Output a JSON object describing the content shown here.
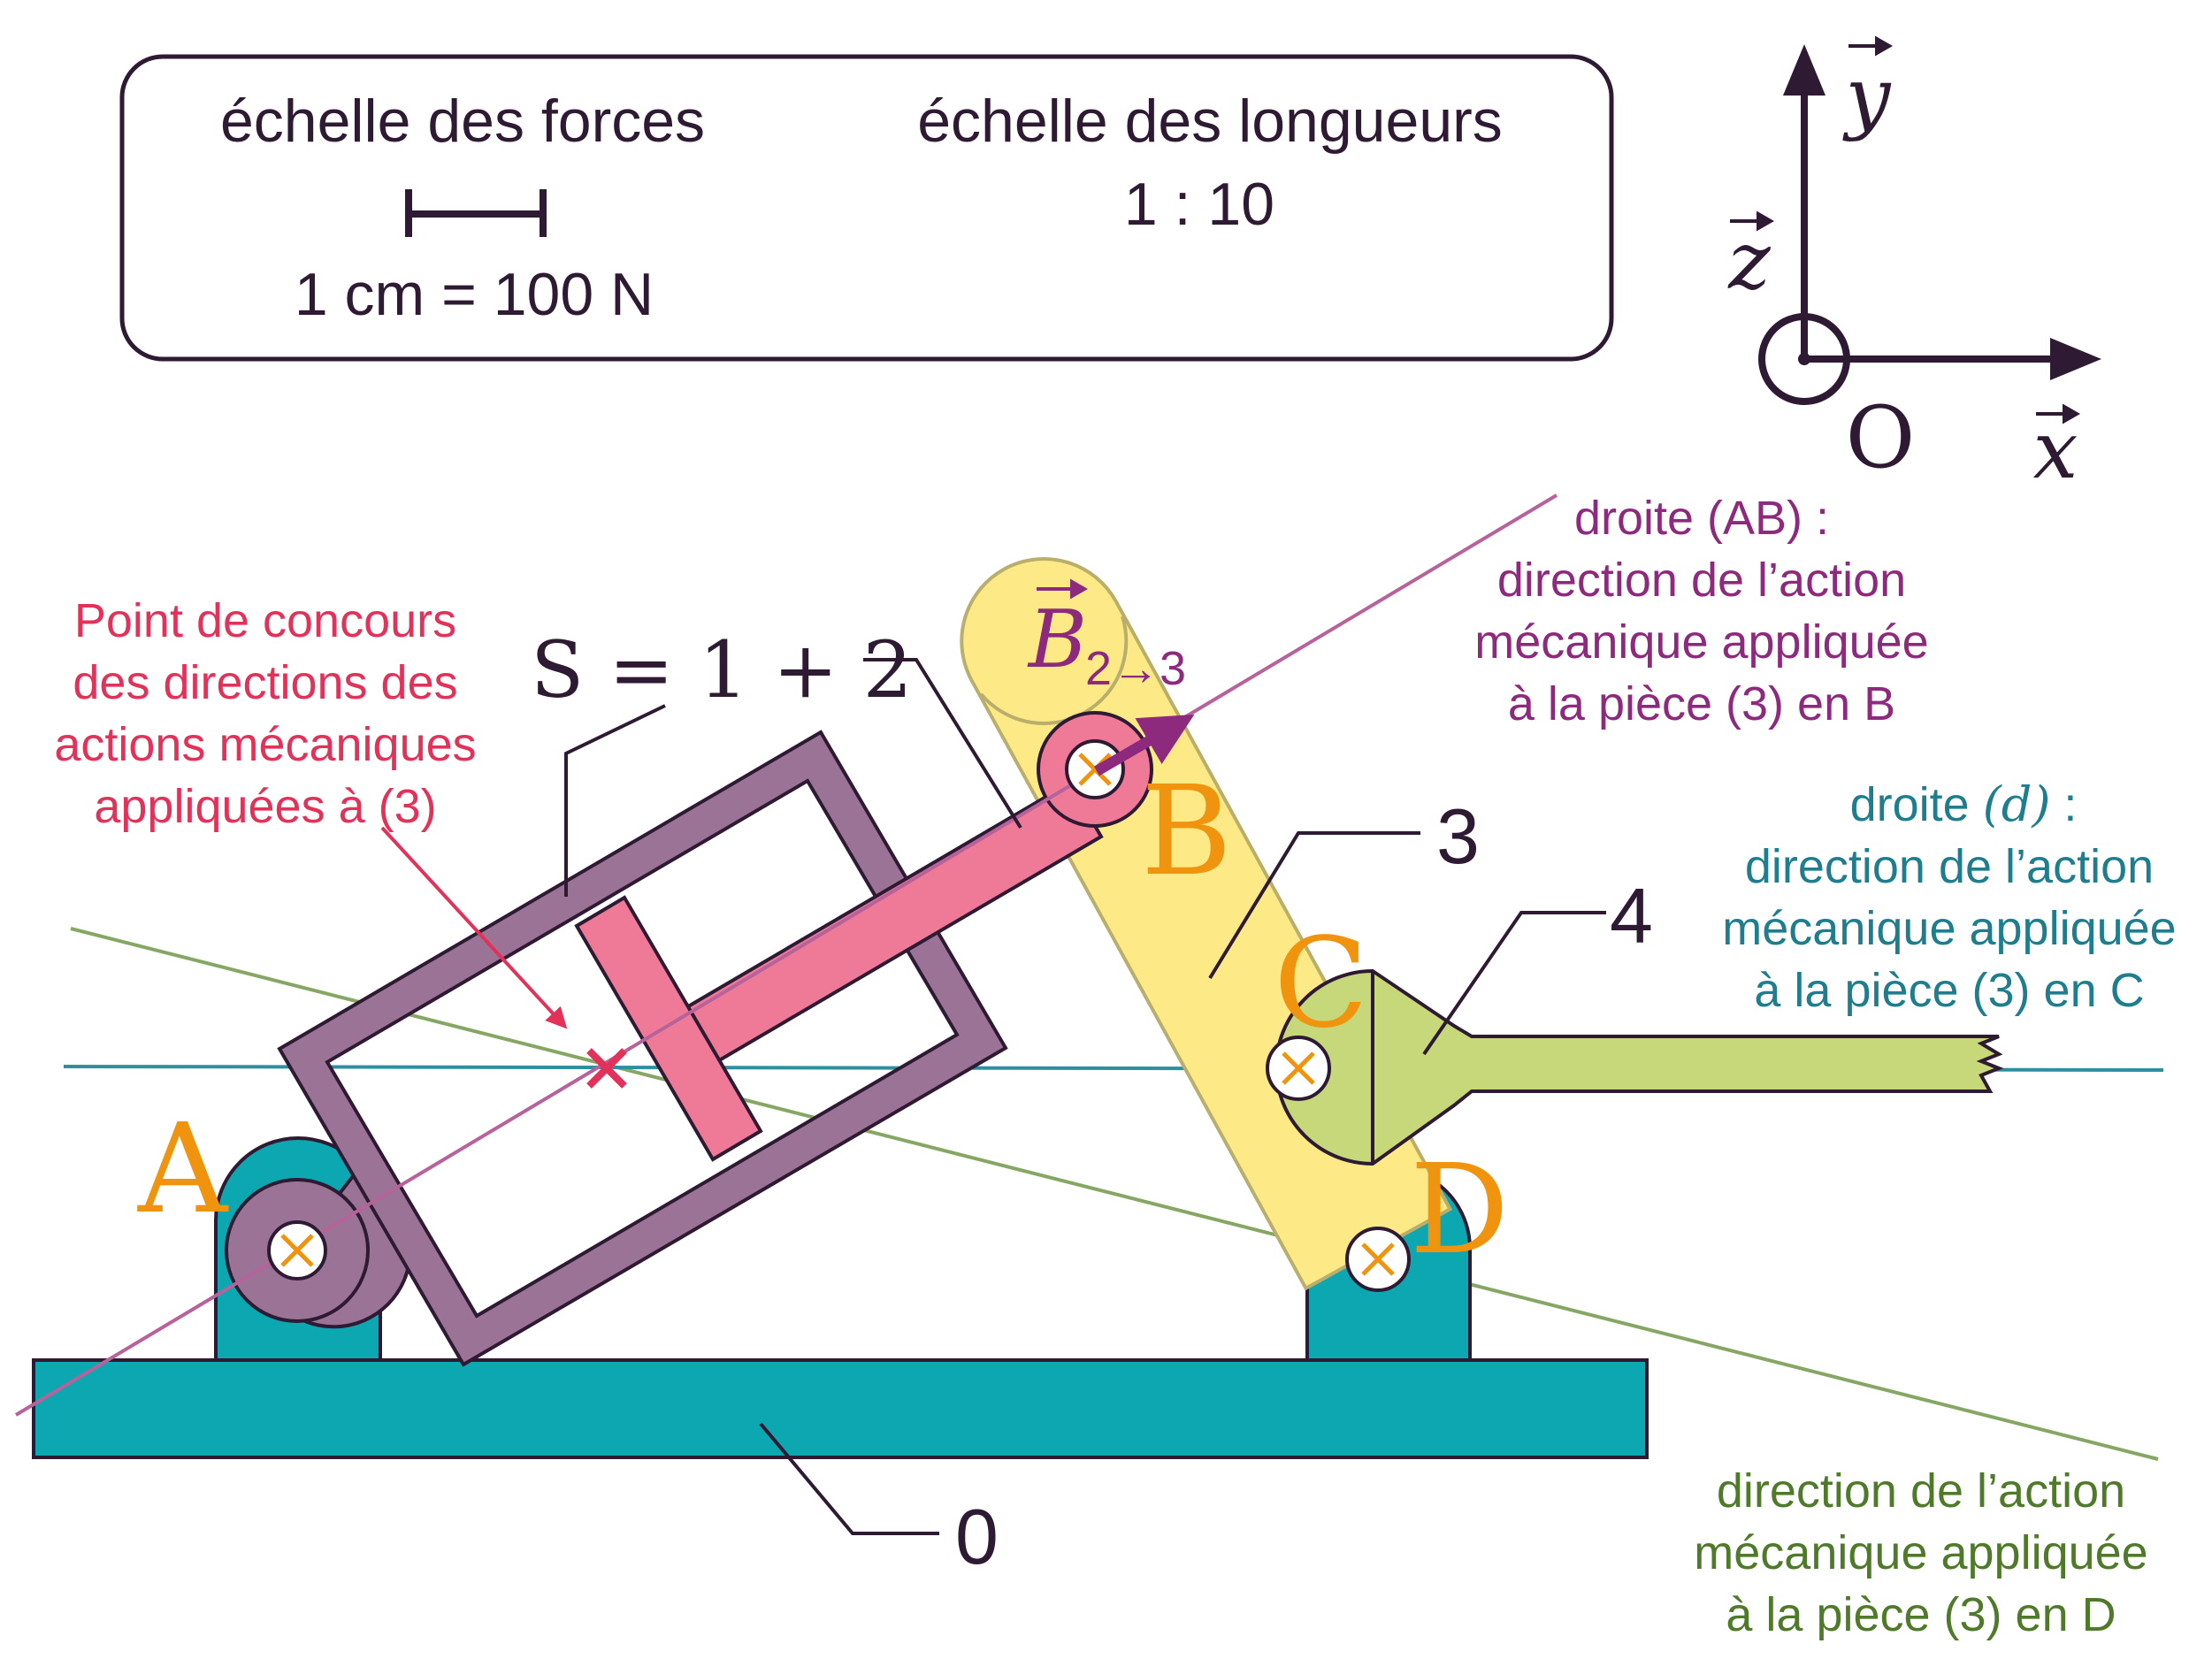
{
  "colors": {
    "ink": "#2e1a33",
    "frame": "#9b7396",
    "piston": "#ee7a97",
    "link3": "#fdea86",
    "link4": "#c6d879",
    "base": "#0ca7b1",
    "orange": "#f0940f",
    "magenta": "#8e2a7e",
    "lineAB": "#b8629c",
    "crimson": "#e33259",
    "teal": "#1e7e8e",
    "green": "#4f7a2a",
    "greenLine": "#86a764",
    "tealLine": "#2e8f9e"
  },
  "legend": {
    "force_scale_title": "échelle des forces",
    "force_scale_value": "1 cm = 100 N",
    "length_scale_title": "échelle des longueurs",
    "length_scale_value": "1 : 10"
  },
  "axes": {
    "x_label": "x",
    "y_label": "y",
    "z_label": "z",
    "origin_label": "O"
  },
  "points": {
    "A": "A",
    "B": "B",
    "C": "C",
    "D": "D"
  },
  "parts": {
    "part_0": "0",
    "part_3": "3",
    "part_4": "4",
    "set_S": "S = 1 + 2"
  },
  "vector": {
    "letter": "B",
    "subscript": "2→3"
  },
  "annotations": {
    "concurrency": [
      "Point de concours",
      "des directions des",
      "actions mécaniques",
      "appliquées à (3)"
    ],
    "line_AB": [
      "droite (AB) :",
      "direction de l’action",
      "mécanique appliquée",
      "à la pièce (3) en B"
    ],
    "line_d_prefix": "droite ",
    "line_d_symbol": "(d)",
    "line_d_suffix": " :",
    "line_d": [
      "direction de l’action",
      "mécanique appliquée",
      "à la pièce (3) en C"
    ],
    "line_D": [
      "direction de l’action",
      "mécanique appliquée",
      "à la pièce (3) en D"
    ]
  }
}
